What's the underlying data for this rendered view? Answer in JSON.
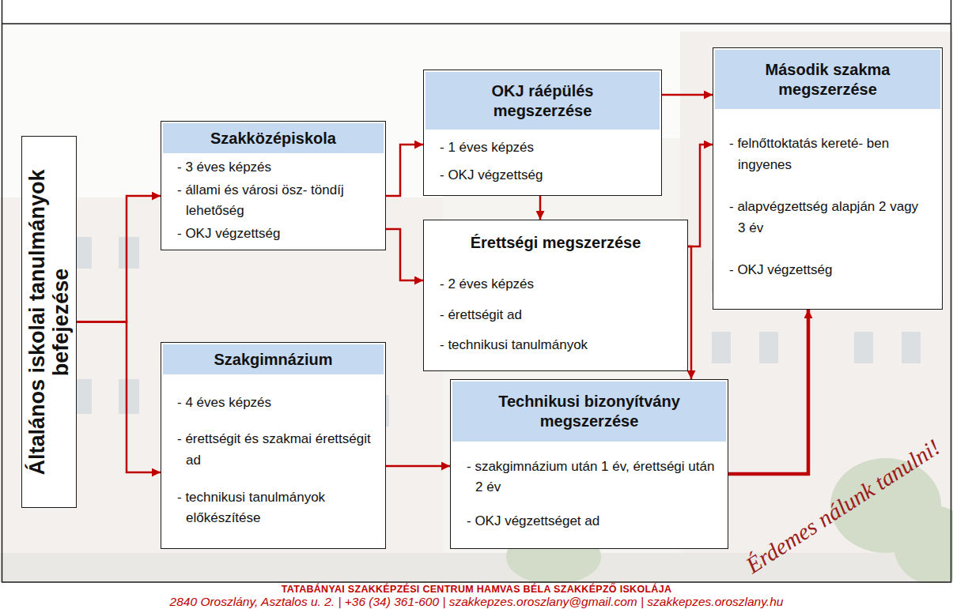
{
  "diagram": {
    "nodes": [
      {
        "text": [
          "Általános iskolai tanulmányok befejezése"
        ]
      },
      {
        "text": [
          "Szakközépiskola",
          "- 3 éves képzés",
          "- állami és városi ösz- töndíj lehetőség",
          "- OKJ végzettség"
        ]
      },
      {
        "text": [
          "Szakgimnázium",
          "- 4 éves képzés",
          "- érettségit és szakmai érettségit ad",
          "- technikusi tanulmányok előkészítése"
        ]
      },
      {
        "text": [
          "OKJ ráépülés megszerzése",
          "- 1 éves képzés",
          "- OKJ végzettség"
        ]
      },
      {
        "text": [
          "Érettségi megszerzése",
          "- 2 éves képzés",
          "- érettségit ad",
          "- technikusi tanulmányok"
        ]
      },
      {
        "text": [
          "Technikusi bizonyítvány megszerzése",
          "- szakgimnázium után 1 év, érettségi után 2 év",
          "- OKJ végzettséget ad"
        ]
      },
      {
        "text": [
          "Második szakma megszerzése",
          "- felnőttoktatás kereté- ben ingyenes",
          "- alapvégzettség alapján 2 vagy 3 év",
          "- OKJ végzettség"
        ]
      }
    ],
    "edges": [
      {
        "from": 0,
        "to": 1,
        "arrow": "to"
      },
      {
        "from": 0,
        "to": 2,
        "arrow": "to"
      },
      {
        "from": 1,
        "to": 3,
        "arrow": "to"
      },
      {
        "from": 1,
        "to": 4,
        "arrow": "to"
      },
      {
        "from": 3,
        "to": 4,
        "arrow": "to"
      },
      {
        "from": 3,
        "to": 6,
        "arrow": "to"
      },
      {
        "from": 4,
        "to": 6,
        "arrow": "to"
      },
      {
        "from": 4,
        "to": 5,
        "arrow": "to"
      },
      {
        "from": 2,
        "to": 5,
        "arrow": "to"
      },
      {
        "from": 5,
        "to": 6,
        "arrow": "to"
      }
    ],
    "labels": [
      "Érdemes nálunk tanulni!",
      "TATABÁNYAI SZAKKÉPZÉSI CENTRUM HAMVAS BÉLA SZAKKÉPZŐ ISKOLÁJA",
      "2840 Oroszlány, Asztalos u. 2. | +36 (34) 361-600 | szakkepzes.oroszlany@gmail.com | szakkepzes.oroszlany.hu"
    ]
  }
}
